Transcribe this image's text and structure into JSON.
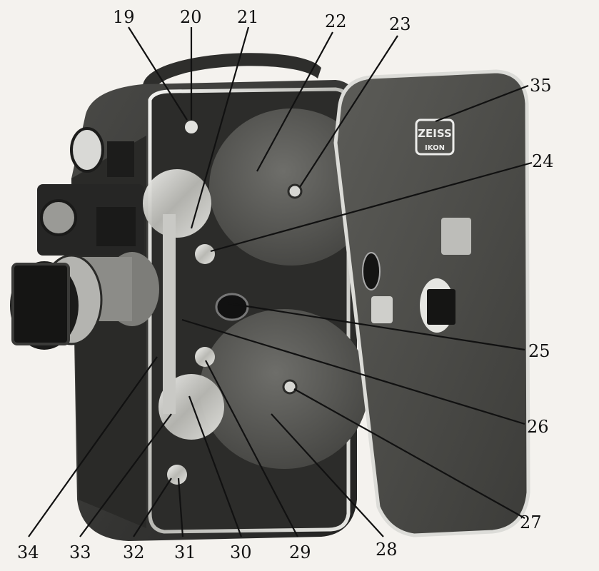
{
  "callouts": {
    "n19": "19",
    "n20": "20",
    "n21": "21",
    "n22": "22",
    "n23": "23",
    "n24": "24",
    "n25": "25",
    "n26": "26",
    "n27": "27",
    "n28": "28",
    "n29": "29",
    "n30": "30",
    "n31": "31",
    "n32": "32",
    "n33": "33",
    "n34": "34",
    "n35": "35"
  },
  "logo": {
    "line1": "ZEISS",
    "line2": "IKON"
  },
  "colors": {
    "background": "#f4f2ee",
    "body_dark": "#3a3a38",
    "body_darker": "#232322",
    "spool": "#5a5a57",
    "chrome": "#d8d8d4",
    "leader_line": "#111111"
  }
}
